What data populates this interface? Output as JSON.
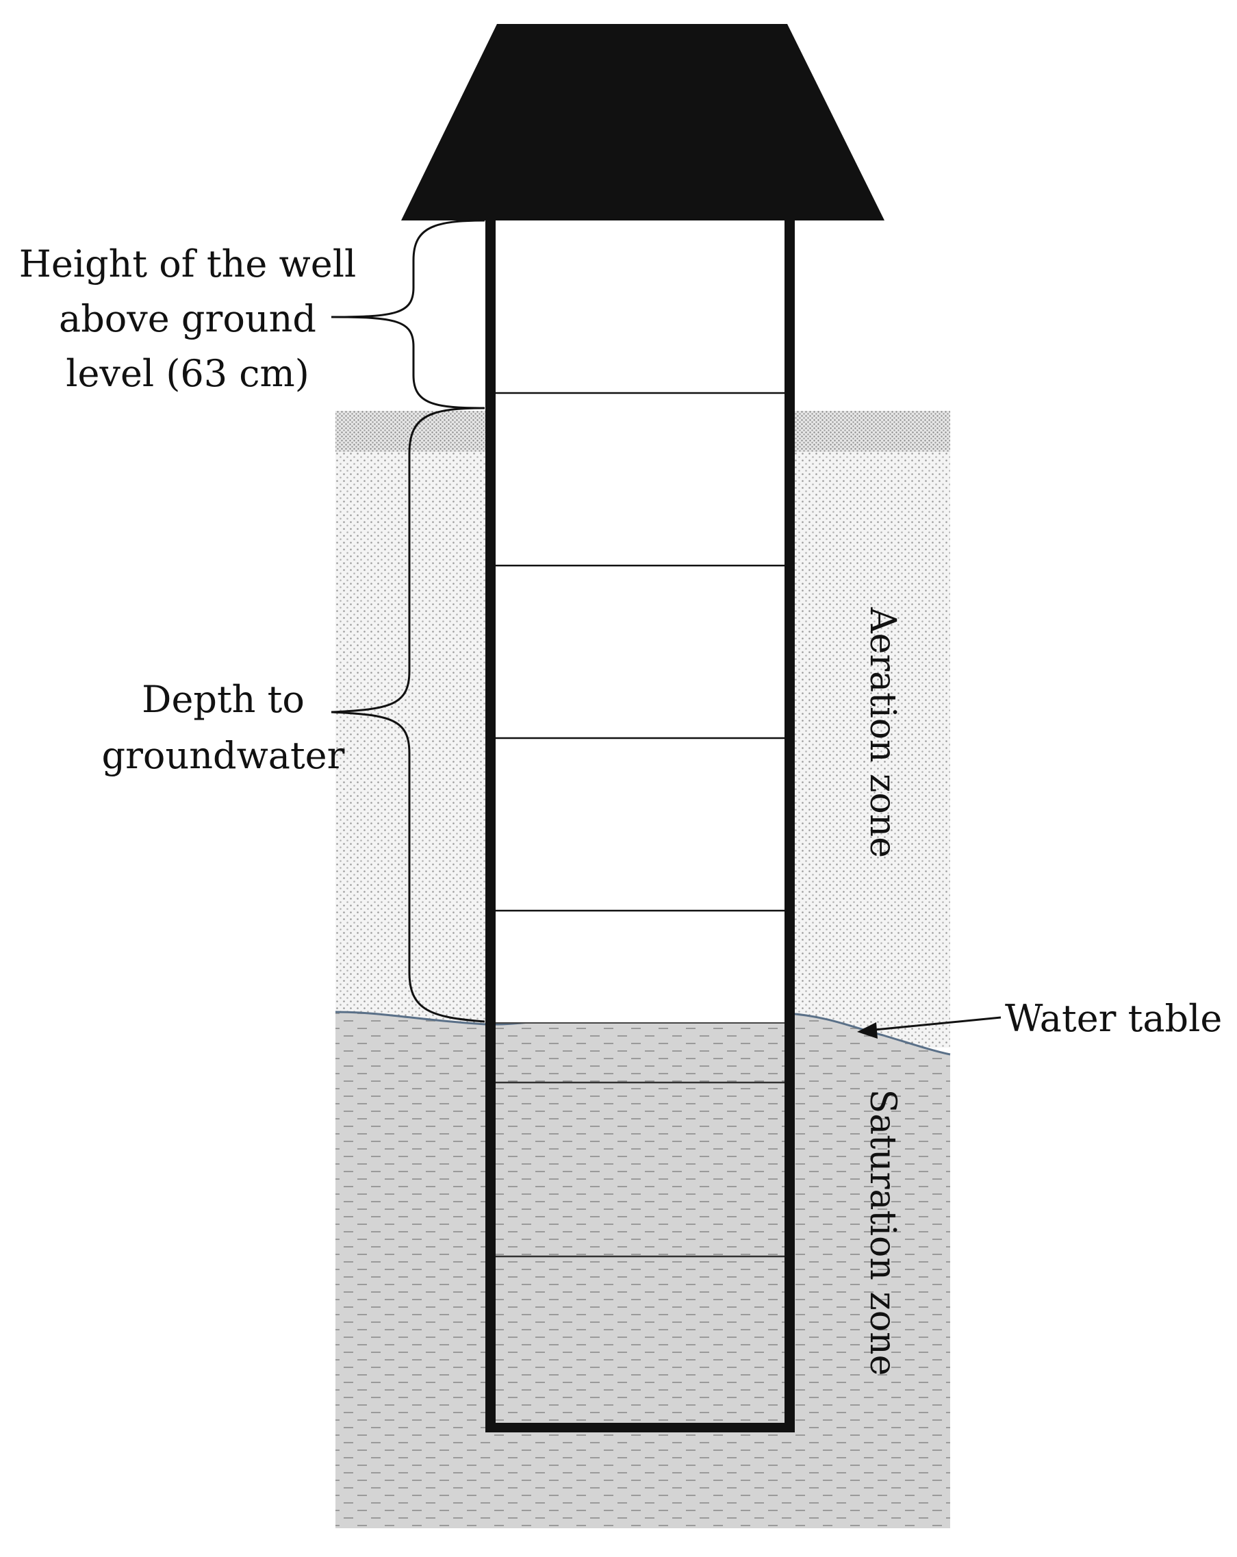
{
  "labels": {
    "height_line1": "Height of the well",
    "height_line2": "above ground",
    "height_line3": "level (63 cm)",
    "depth_line1": "Depth to",
    "depth_line2": "groundwater",
    "water_table": "Water table",
    "aeration_zone": "Aeration zone",
    "saturation_zone": "Saturation zone"
  },
  "colors": {
    "cap": "#111111",
    "casing": "#111111",
    "aeration_fill": "#f3f3f3",
    "saturation_fill": "#d4d4d4",
    "water_line": "#5a7088"
  }
}
